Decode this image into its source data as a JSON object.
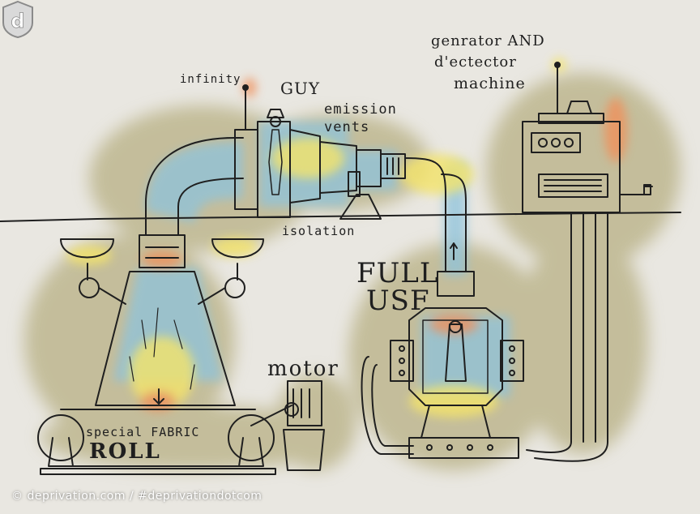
{
  "labels": {
    "infinity": "infinity",
    "guy": "GUY",
    "emission": "emission\nvents",
    "gen_line1": "genrator AND",
    "gen_line2": "d'ectector",
    "gen_line3": "machine",
    "isolation": "isolation",
    "full_line1": "FULL",
    "full_line2": "USF",
    "motor": "motor",
    "fabric": "special FABRIC",
    "roll": "ROLL"
  },
  "credit": "© deprivation.com / #deprivationdotcom",
  "logo_letter": "d",
  "colors": {
    "paper": "#e9e7e1",
    "ink": "#1f1f1f",
    "olive_wash": "#a69c62",
    "blue_wash": "#8ec3dc",
    "yellow_wash": "#f4e46a",
    "orange_wash": "#f0905a"
  }
}
